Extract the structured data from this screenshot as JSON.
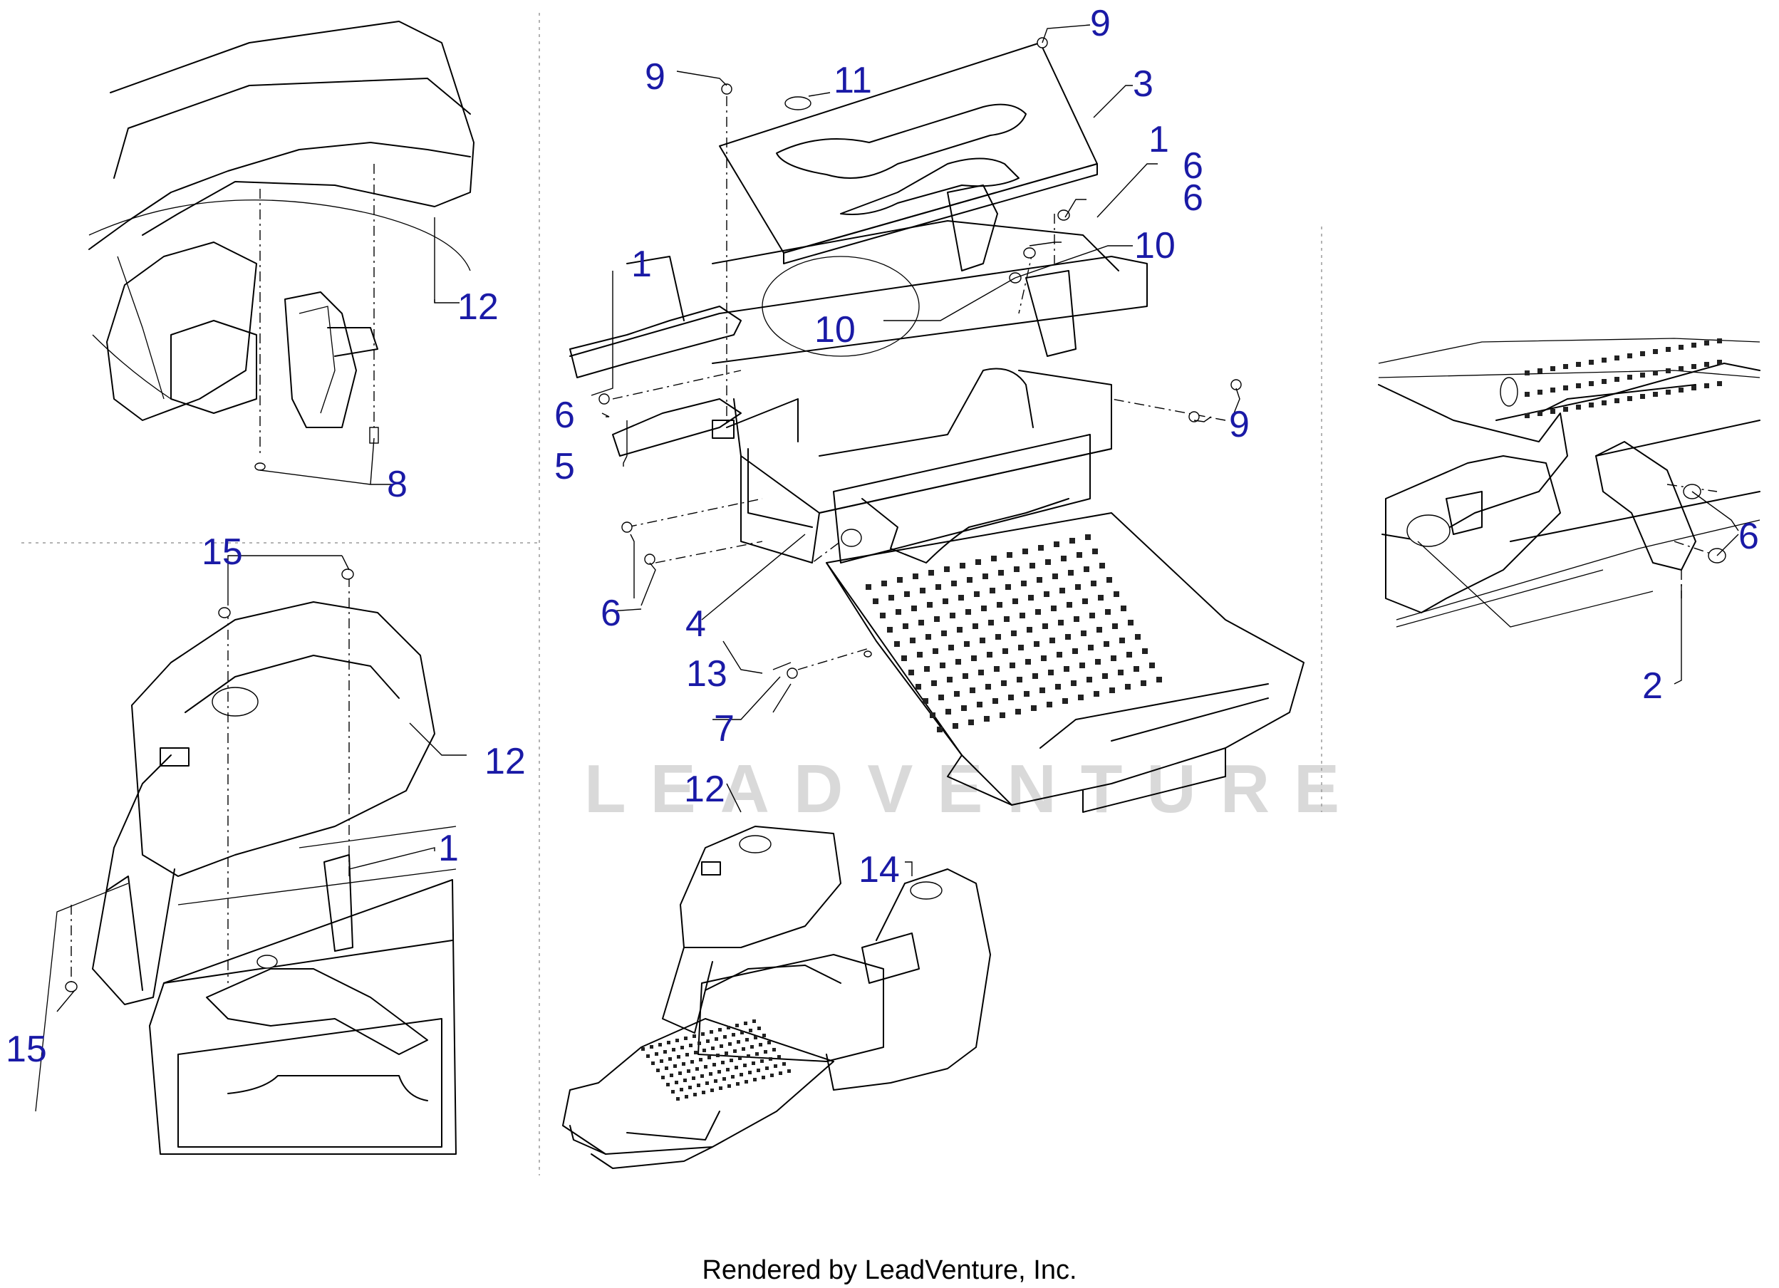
{
  "callouts": {
    "c1_top": "1",
    "c1_left": "1",
    "c1_bottom": "1",
    "c2": "2",
    "c3": "3",
    "c4": "4",
    "c5": "5",
    "c6_a": "6",
    "c6_b": "6",
    "c6_c": "6",
    "c6_d": "6",
    "c6_right": "6",
    "c7": "7",
    "c8": "8",
    "c9_a": "9",
    "c9_b": "9",
    "c9_c": "9",
    "c10_a": "10",
    "c10_b": "10",
    "c11": "11",
    "c12_a": "12",
    "c12_b": "12",
    "c12_c": "12",
    "c13": "13",
    "c14": "14",
    "c15_a": "15",
    "c15_b": "15"
  },
  "watermark": "LEADVENTURE",
  "footer": "Rendered by LeadVenture, Inc.",
  "colors": {
    "callout": "#1a1aa6",
    "line": "#000000",
    "watermark": "#d9d9d9"
  }
}
